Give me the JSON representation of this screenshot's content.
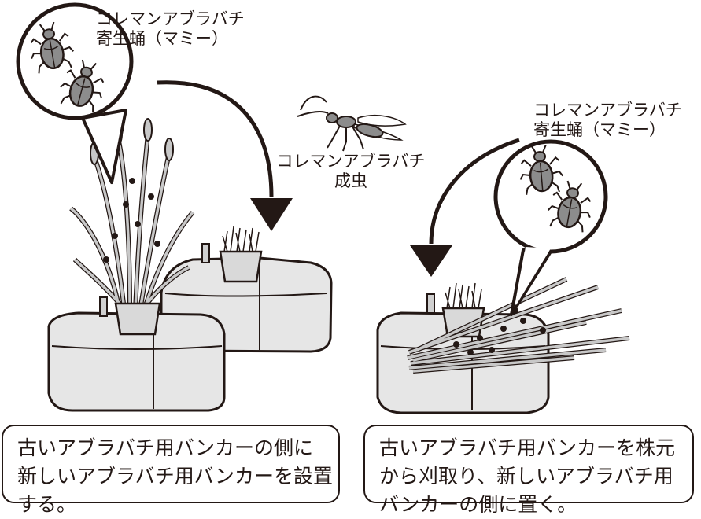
{
  "labels": {
    "mummy_left_line1": "コレマンアブラバチ",
    "mummy_left_line2": "寄生蛹（マミー）",
    "adult_line1": "コレマンアブラバチ",
    "adult_line2": "成虫",
    "mummy_right_line1": "コレマンアブラバチ",
    "mummy_right_line2": "寄生蛹（マミー）"
  },
  "captions": {
    "left": {
      "line1": "古いアブラバチ用バンカーの側に",
      "line2": "新しいアブラバチ用バンカーを設置",
      "line3": "する。"
    },
    "right": {
      "line1": "古いアブラバチ用バンカーを株元",
      "line2": "から刈取り、新しいアブラバチ用",
      "line3": "バンカーの側に置く。"
    }
  },
  "colors": {
    "ink": "#231815",
    "box_fill": "#e6e6e6",
    "plant_fill": "#c8c8c8",
    "mummy_fill": "#8c8c8c"
  }
}
